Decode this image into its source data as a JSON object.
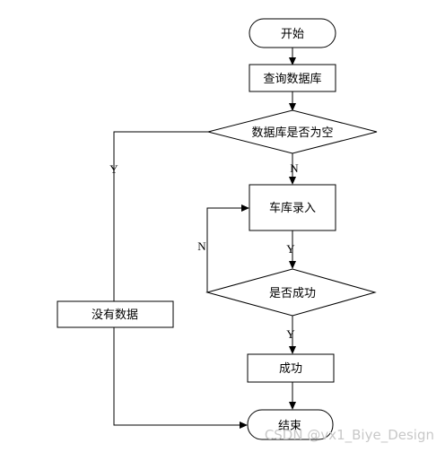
{
  "nodes": {
    "start": "开始",
    "query_db": "查询数据库",
    "db_empty": "数据库是否为空",
    "garage_entry": "车库录入",
    "is_success": "是否成功",
    "success": "成功",
    "no_data": "没有数据",
    "end": "结束"
  },
  "edge_labels": {
    "db_empty_yes": "Y",
    "db_empty_no": "N",
    "entry_yes": "Y",
    "success_no": "N",
    "success_yes": "Y"
  },
  "watermark": "CSDN @vx1_Biye_Design"
}
